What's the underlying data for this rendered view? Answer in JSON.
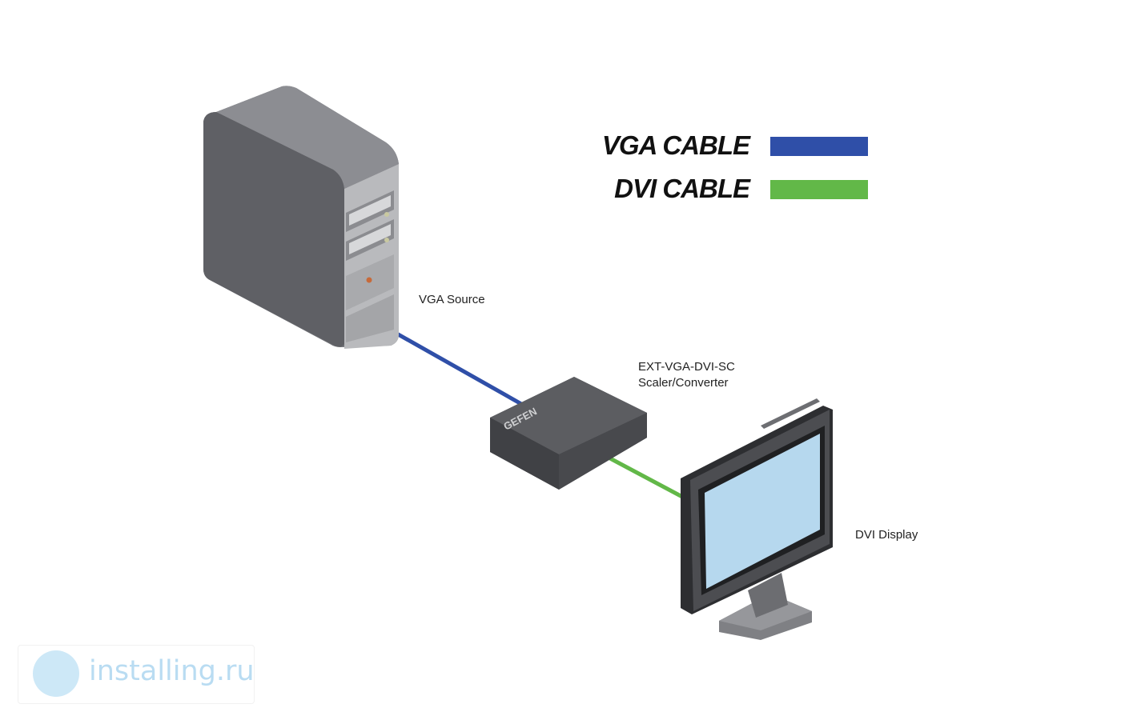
{
  "legend": {
    "vga_label": "VGA CABLE",
    "dvi_label": "DVI CABLE",
    "vga_color": "#2f4fa8",
    "dvi_color": "#62b848"
  },
  "labels": {
    "source": "VGA Source",
    "device_model": "EXT-VGA-DVI-SC",
    "device_type": "Scaler/Converter",
    "display": "DVI Display"
  },
  "device_brand": "GEFEN",
  "watermark": {
    "text": "installing.ru"
  }
}
